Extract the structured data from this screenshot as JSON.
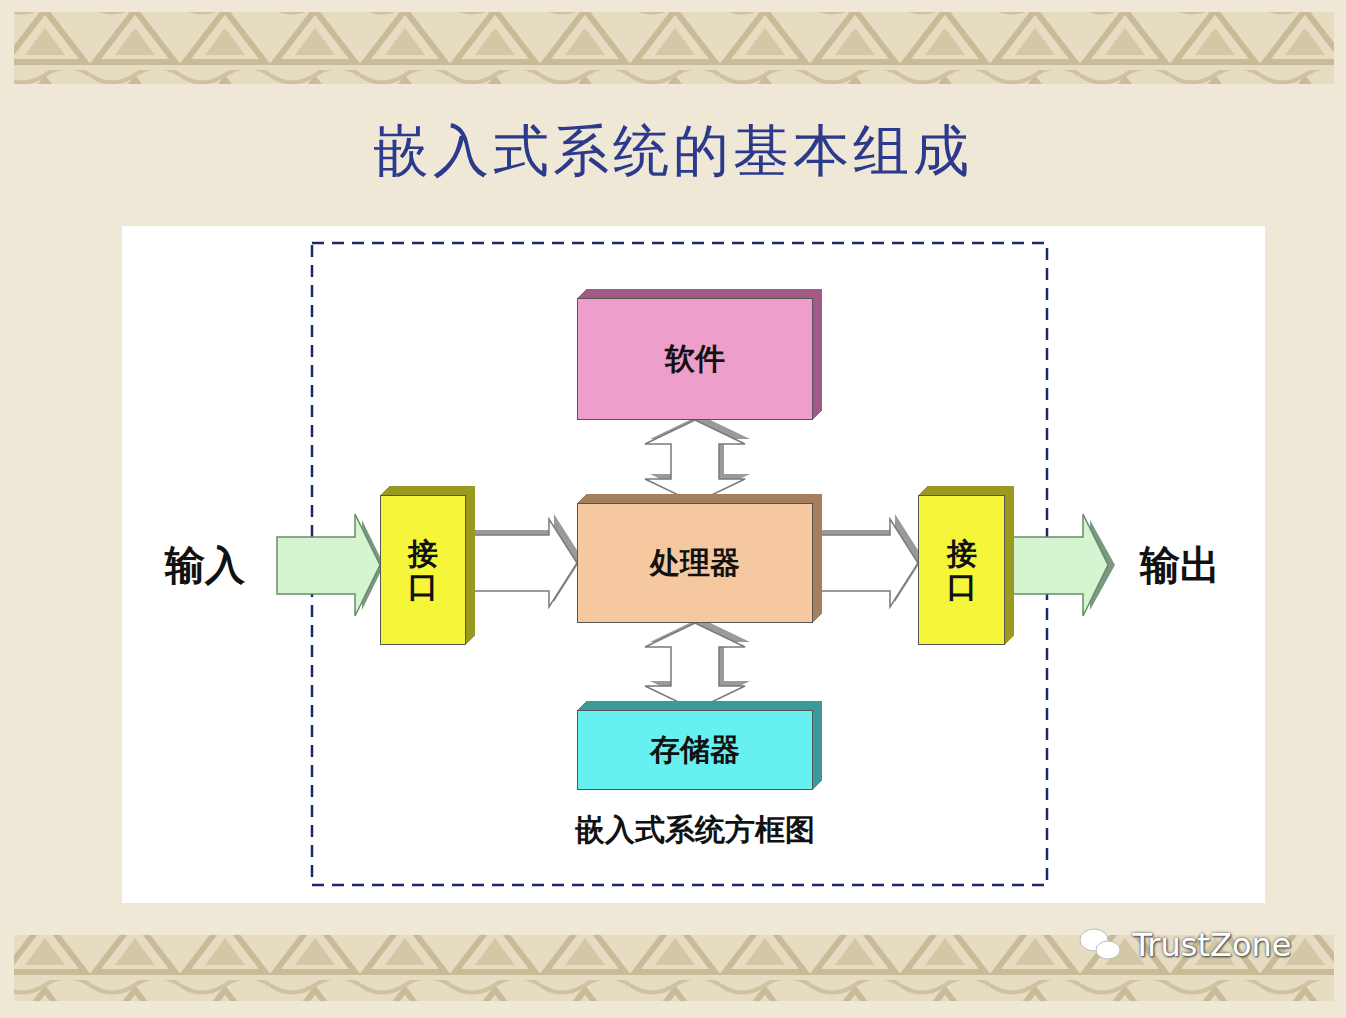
{
  "diagram": {
    "title": "嵌入式系统的基本组成",
    "caption": "嵌入式系统方框图",
    "nodes": [
      {
        "text": [
          "软件"
        ]
      },
      {
        "text": [
          "接口"
        ]
      },
      {
        "text": [
          "处理器"
        ]
      },
      {
        "text": [
          "接口"
        ]
      },
      {
        "text": [
          "存储器"
        ]
      }
    ],
    "edges": [
      {
        "from": 1,
        "to": 2,
        "arrow": "to"
      },
      {
        "from": 2,
        "to": 3,
        "arrow": "to"
      },
      {
        "from": 0,
        "to": 2,
        "arrow": "both"
      },
      {
        "from": 2,
        "to": 4,
        "arrow": "both"
      }
    ],
    "labels": [
      "输入",
      "输出",
      "TrustZone"
    ]
  }
}
